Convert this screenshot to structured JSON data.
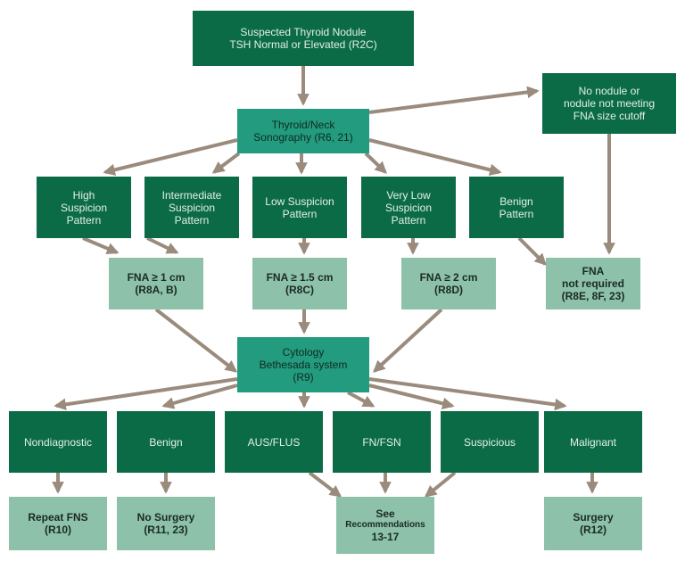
{
  "colors": {
    "dark_box": "#0c6b47",
    "mid_box": "#239b7e",
    "light_box": "#8dc1aa",
    "arrow": "#9a8b7d"
  },
  "nodes": {
    "start": "Suspected Thyroid Nodule\nTSH Normal or Elevated (R2C)",
    "no_nodule": "No nodule or\nnodule not meeting\nFNA size cutoff",
    "sonography": "Thyroid/Neck\nSonography (R6, 21)",
    "high": "High\nSuspicion\nPattern",
    "intermediate": "Intermediate\nSuspicion\nPattern",
    "low": "Low Suspicion\nPattern",
    "very_low": "Very Low\nSuspicion\nPattern",
    "benign_pattern": "Benign\nPattern",
    "fna_1": "FNA ≥ 1 cm\n(R8A, B)",
    "fna_15": "FNA ≥ 1.5 cm\n(R8C)",
    "fna_2": "FNA ≥ 2 cm\n(R8D)",
    "fna_not_required": "FNA\nnot required\n(R8E, 8F, 23)",
    "cytology": "Cytology\nBethesada system\n(R9)",
    "nondiagnostic": "Nondiagnostic",
    "benign": "Benign",
    "aus_flus": "AUS/FLUS",
    "fn_fsn": "FN/FSN",
    "suspicious": "Suspicious",
    "malignant": "Malignant",
    "repeat_fns": "Repeat FNS\n(R10)",
    "no_surgery": "No Surgery\n(R11, 23)",
    "see_recommendations_title": "See",
    "see_recommendations_body": "Recommendations",
    "see_recommendations_range": "13-17",
    "surgery": "Surgery\n(R12)"
  }
}
